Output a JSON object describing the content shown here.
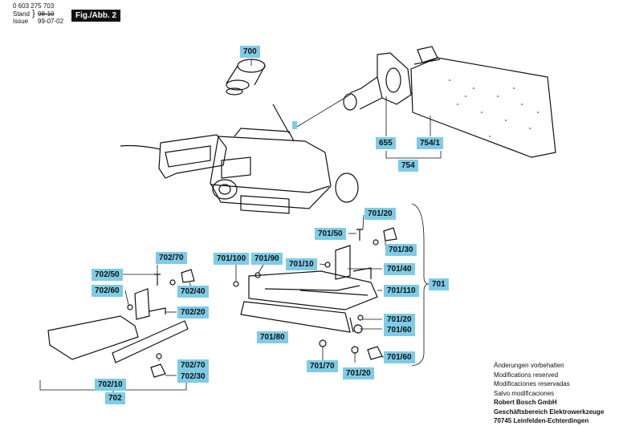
{
  "header": {
    "doc_number": "0 603 275 703",
    "stand_label": "Stand",
    "issue_label": "Issue",
    "stand_value": "98-10",
    "issue_value": "99-07-02",
    "figure_tag": "Fig./Abb. 2"
  },
  "labels": {
    "p700": "700",
    "p655": "655",
    "p754_1": "754/1",
    "p754": "754",
    "p701_20a": "701/20",
    "p701_50": "701/50",
    "p701_30": "701/30",
    "p701_10": "701/10",
    "p701_40": "701/40",
    "p701_100": "701/100",
    "p701_90": "701/90",
    "p701_110": "701/110",
    "p701": "701",
    "p701_80": "701/80",
    "p701_20b": "701/20",
    "p701_60a": "701/60",
    "p701_70": "701/70",
    "p701_20c": "701/20",
    "p701_60b": "701/60",
    "p702_70a": "702/70",
    "p702_50": "702/50",
    "p702_40": "702/40",
    "p702_60": "702/60",
    "p702_20": "702/20",
    "p702_10": "702/10",
    "p702_70b": "702/70",
    "p702_30": "702/30",
    "p702": "702"
  },
  "notes": [
    "Änderungen vorbehalten",
    "Modifications reserved",
    "Modificaciones reservadas",
    "Salvo modificaciones"
  ],
  "company": [
    "Robert Bosch GmbH",
    "Geschäftsbereich Elektrowerkzeuge",
    "70745 Leinfelden-Echterdingen"
  ],
  "colors": {
    "label_bg": "#7ecbe6",
    "figure_tag_bg": "#111111"
  }
}
